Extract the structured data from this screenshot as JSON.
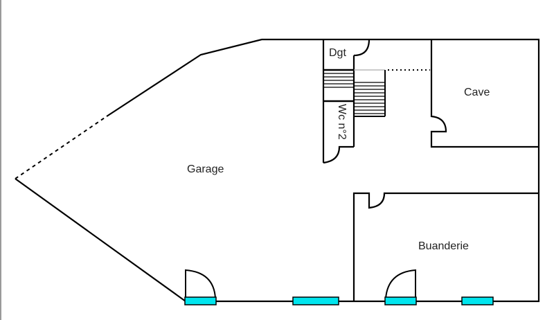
{
  "plan": {
    "rooms": [
      {
        "id": "garage",
        "label": "Garage"
      },
      {
        "id": "dgt",
        "label": "Dgt"
      },
      {
        "id": "wc",
        "label": "Wc n°2"
      },
      {
        "id": "cave",
        "label": "Cave"
      },
      {
        "id": "buanderie",
        "label": "Buanderie"
      }
    ],
    "colors": {
      "wall": "#000000",
      "window": "#00e5ee",
      "background": "#ffffff",
      "frame": "#9a9a9a"
    }
  }
}
